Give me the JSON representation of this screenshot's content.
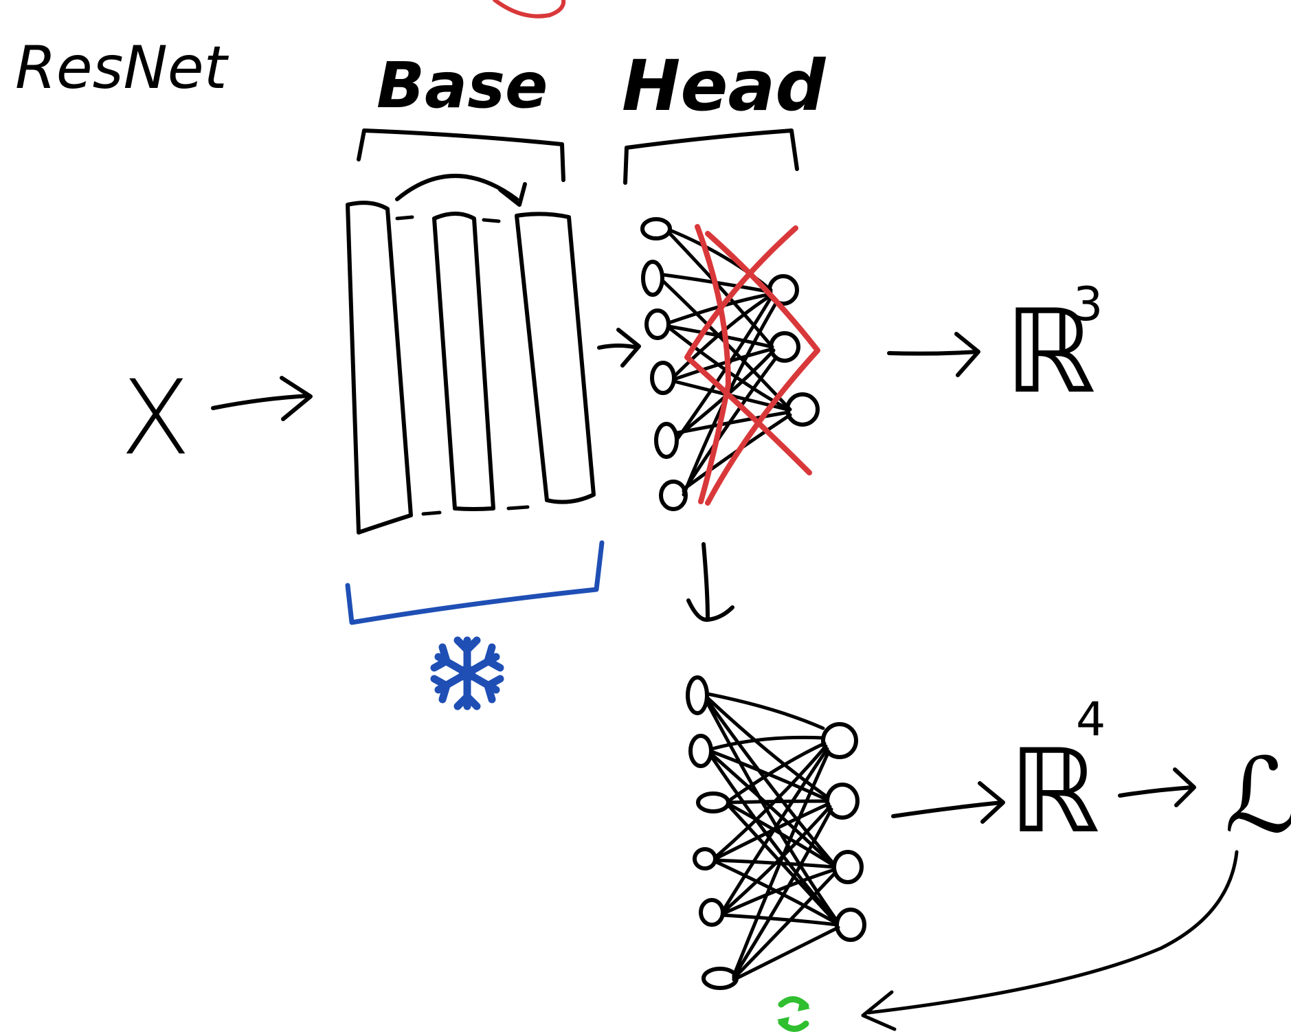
{
  "labels": {
    "title": "ResNet",
    "base": "Base",
    "head": "Head",
    "input": "X",
    "output_head_base": "ℝ",
    "output_head_base_exp": "3",
    "output_head_new": "ℝ",
    "output_head_new_exp": "4",
    "loss": "ℒ"
  },
  "colors": {
    "ink": "#000000",
    "cross_out": "#d9383a",
    "frozen": "#1f4fb5",
    "retrain": "#2fbf2f"
  },
  "icons": {
    "frozen_marker": "snowflake-icon",
    "retrain_marker": "refresh-icon"
  }
}
